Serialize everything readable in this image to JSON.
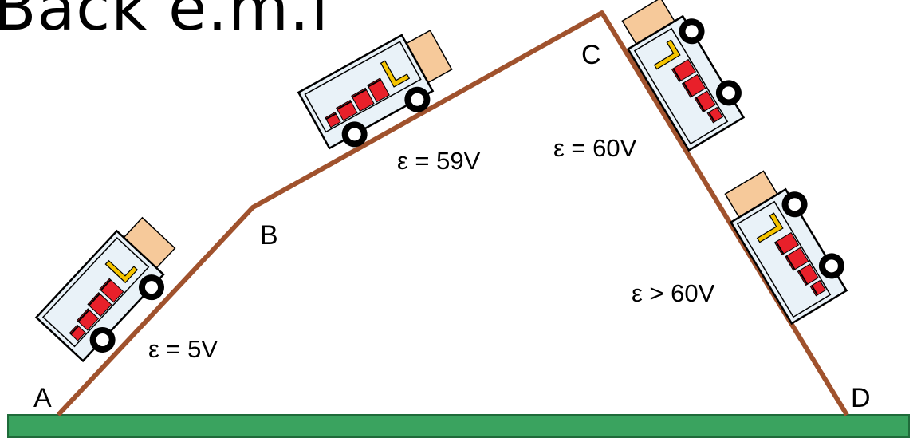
{
  "title": "Back e.m.f",
  "points": {
    "a": "A",
    "b": "B",
    "c": "C",
    "d": "D"
  },
  "emf_labels": {
    "ab": "ε = 5V",
    "bc": "ε = 59V",
    "c_down": "ε = 60V",
    "cd": "ε > 60V"
  },
  "colors": {
    "track": "#a0522d",
    "ground": "#3aa35f",
    "van_body": "#e9f2f8",
    "van_outline": "#000000",
    "cargo_red": "#e8202a",
    "cargo_yellow": "#f5c400",
    "cab": "#f6c99a"
  }
}
